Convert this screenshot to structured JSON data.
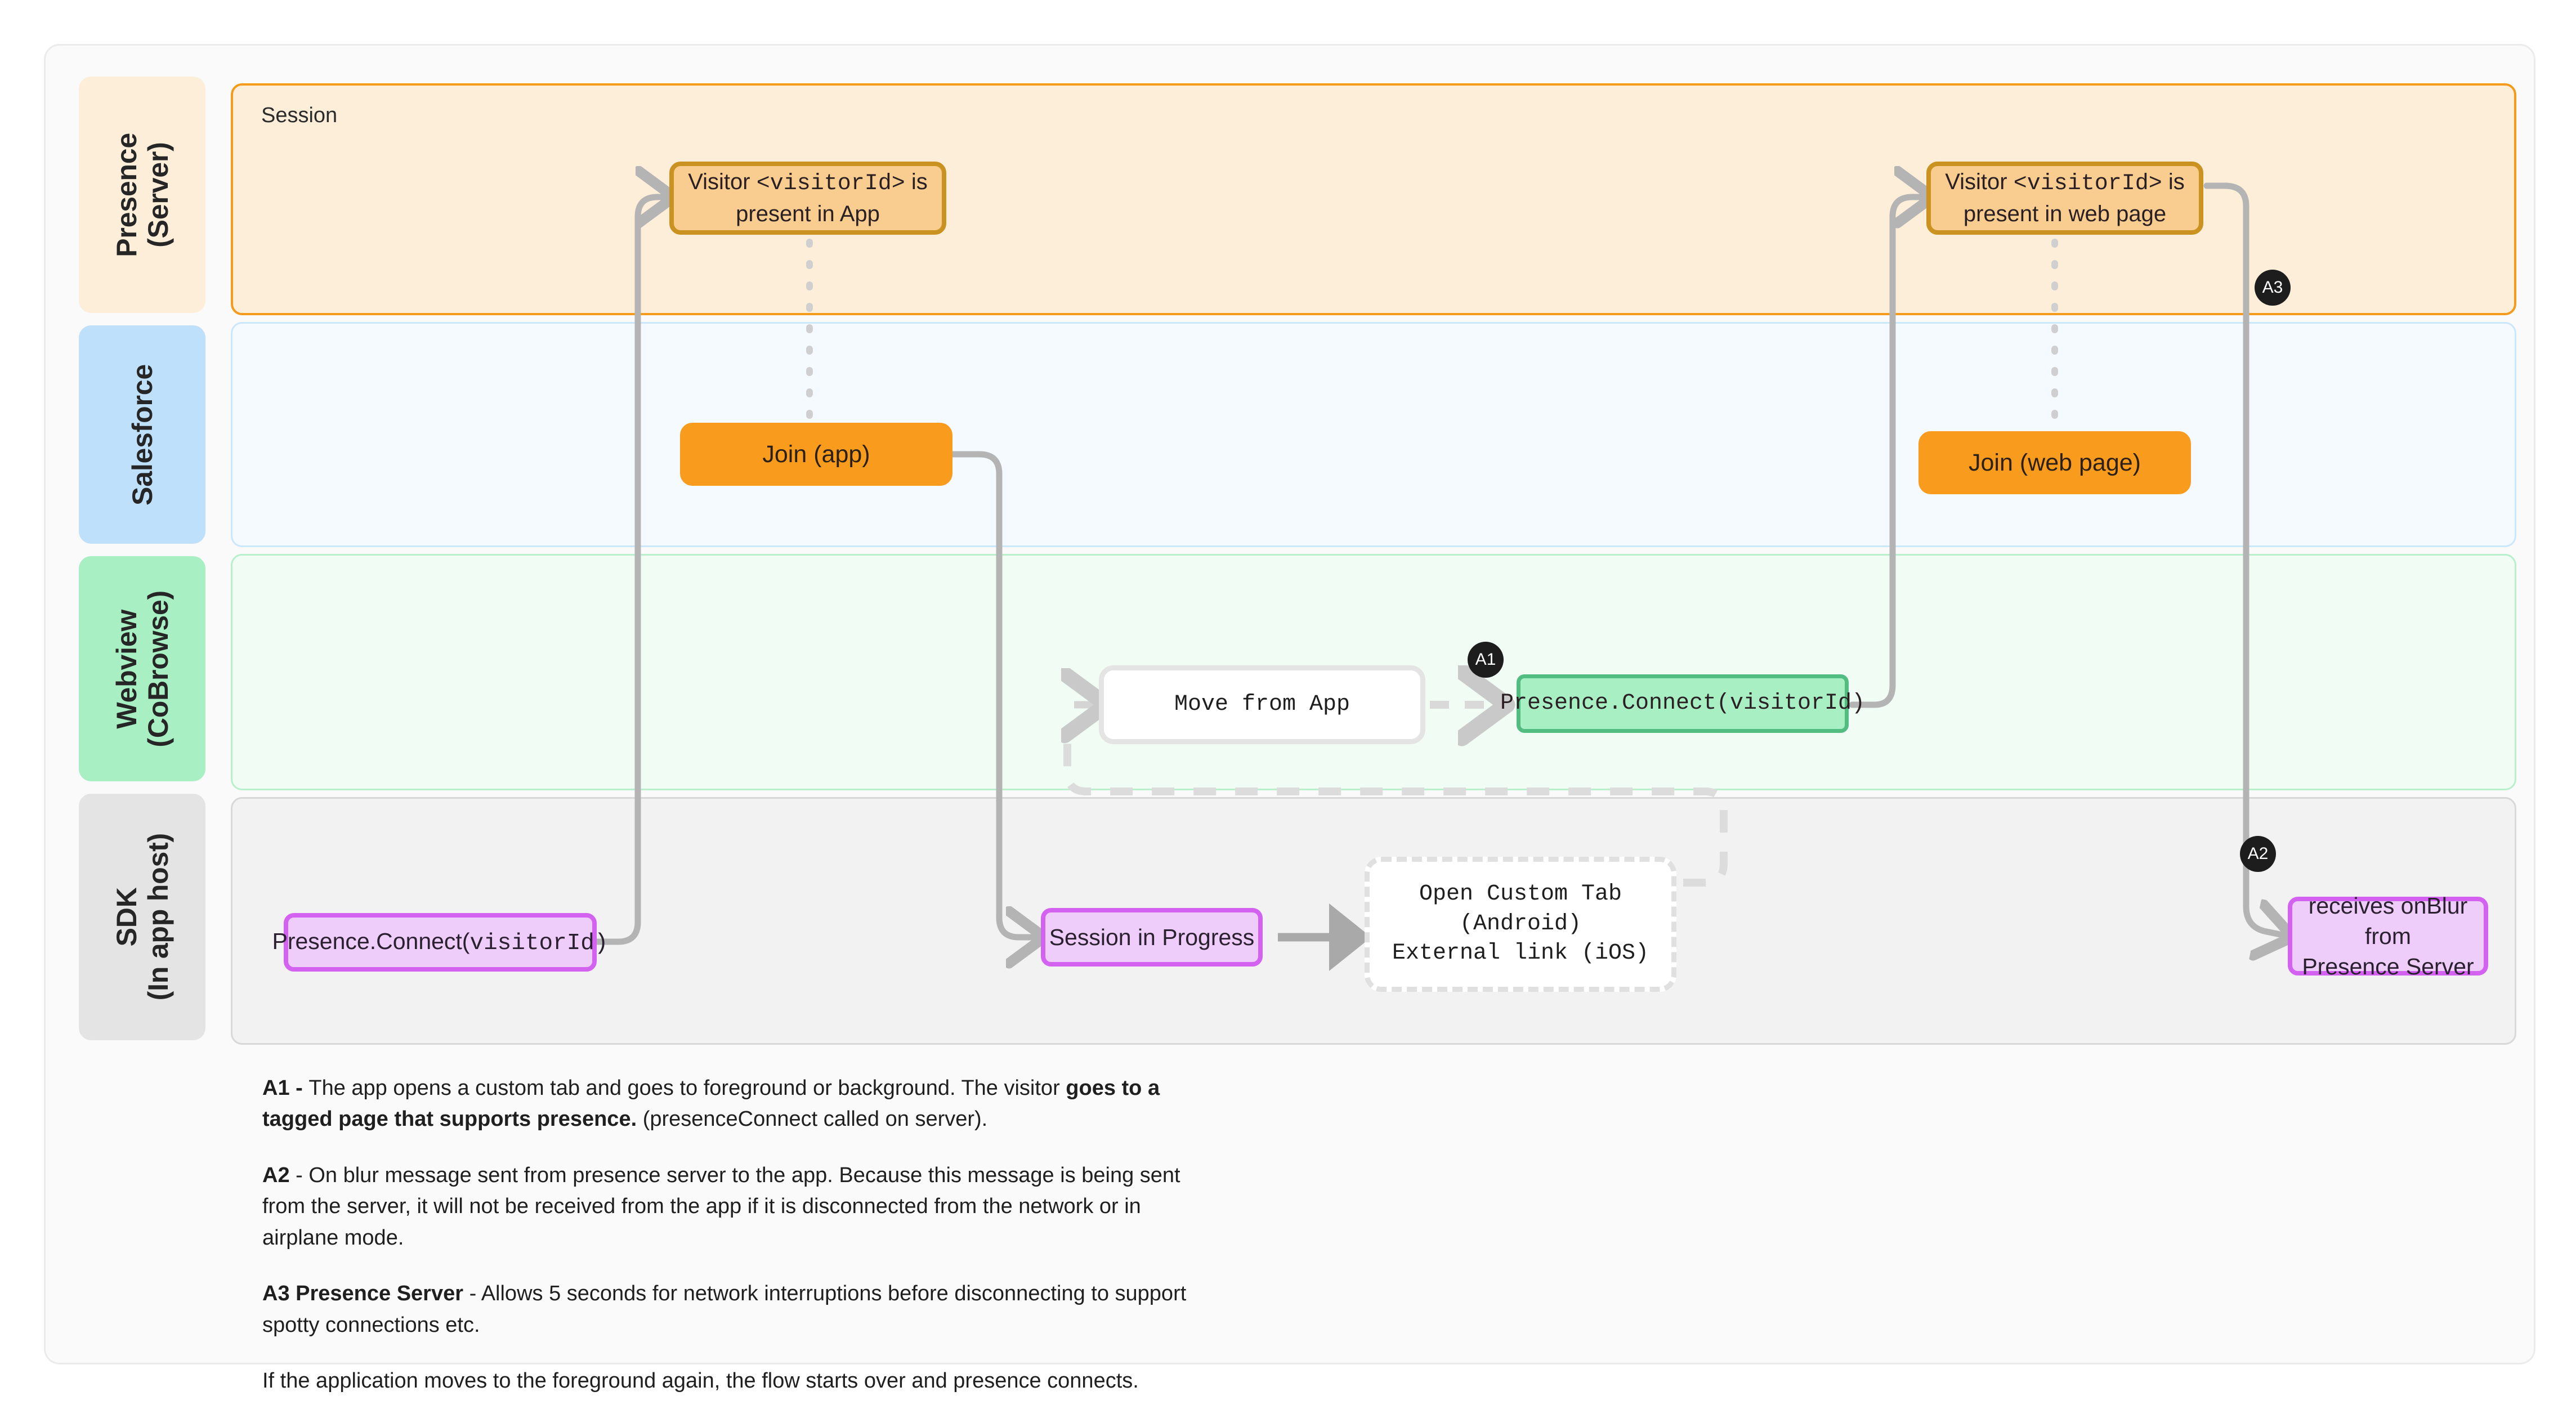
{
  "lanes": [
    {
      "id": "server",
      "label": "Presence\n(Server)",
      "chip_bg": "#fdeed9",
      "body_bg": "#fdeed9"
    },
    {
      "id": "salesforce",
      "label": "Salesforce",
      "chip_bg": "#bfe0fb",
      "body_bg": "#f4faff"
    },
    {
      "id": "webview",
      "label": "Webview\n(CoBrowse)",
      "chip_bg": "#a8f0c4",
      "body_bg": "#f1fdf4"
    },
    {
      "id": "sdk",
      "label": "SDK\n(In app host)",
      "chip_bg": "#e4e4e4",
      "body_bg": "#f2f2f2"
    }
  ],
  "lane_labels": {
    "server_line1": "Presence",
    "server_line2": "(Server)",
    "salesforce": "Salesforce",
    "webview_line1": "Webview",
    "webview_line2": "(CoBrowse)",
    "sdk_line1": "SDK",
    "sdk_line2": "(In app host)"
  },
  "session_container": {
    "caption": "Session",
    "border_color": "#f59b1c",
    "fill": "#fdeed9"
  },
  "nodes": {
    "visitor_present_app": {
      "text_pre": "Visitor ",
      "text_mono": "<visitorId>",
      "text_post": " is present in App",
      "fill": "#f9cd8f",
      "border": "#c99221"
    },
    "visitor_present_web": {
      "text_pre": "Visitor ",
      "text_mono": "<visitorId>",
      "text_post": " is present in web page",
      "fill": "#f9cd8f",
      "border": "#c99221"
    },
    "join_app": {
      "text": "Join (app)",
      "fill": "#f99b1c"
    },
    "join_web": {
      "text": "Join (web page)",
      "fill": "#f99b1c"
    },
    "move_from_app": {
      "text": "Move from App",
      "fill": "#ffffff",
      "border": "#e4e4e4"
    },
    "presence_connect_wv": {
      "text": "Presence.Connect(visitorId)",
      "fill": "#a8f0c4",
      "border": "#52bd80"
    },
    "presence_connect_sdk": {
      "text_pre": "Presence.Connect(",
      "text_mono": "visitorId)",
      "fill": "#eecdfb",
      "border": "#d462f0"
    },
    "session_in_progress": {
      "text": "Session in Progress",
      "fill": "#eecdfb",
      "border": "#d462f0"
    },
    "open_custom_tab": {
      "line1": "Open Custom Tab (Android)",
      "line2": "External link (iOS)",
      "fill": "#ffffff",
      "border": "#e0e0e0"
    },
    "receives_onblur": {
      "line1": "receives onBlur from",
      "line2": "Presence Server",
      "fill": "#eecdfb",
      "border": "#d462f0"
    }
  },
  "badges": [
    {
      "id": "a1",
      "label": "A1"
    },
    {
      "id": "a2",
      "label": "A2"
    },
    {
      "id": "a3",
      "label": "A3"
    }
  ],
  "notes": {
    "a1_key": "A1 - ",
    "a1_text_1": " The app opens a custom tab and goes to foreground or background. The visitor ",
    "a1_bold": "goes to a tagged page that supports presence.",
    "a1_text_2": " (presenceConnect called on server).",
    "a2_key": "A2",
    "a2_text": " - On blur message sent from presence server to the app. Because this message is being sent from the server, it will not be received from the app if it is disconnected from the network or in airplane mode.",
    "a3_key": "A3 Presence Server",
    "a3_text": " - Allows 5 seconds for network  interruptions before disconnecting to support spotty connections etc.",
    "final": "If the application moves to the foreground again, the flow starts over and presence connects."
  },
  "colors": {
    "connector": "#b4b4b4",
    "badge_bg": "#1d1d1d",
    "orange_accent": "#f99b1c",
    "purple_accent": "#d462f0",
    "green_accent": "#52bd80",
    "tan_accent": "#c99221"
  }
}
